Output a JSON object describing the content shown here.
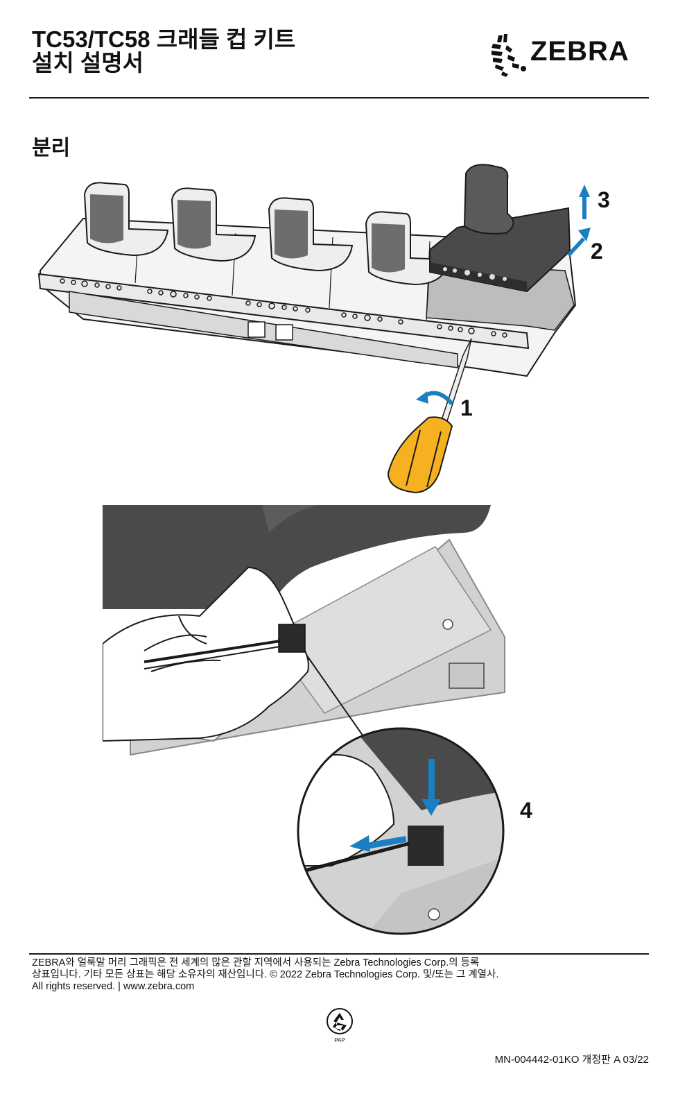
{
  "header": {
    "title_line1": "TC53/TC58 크래들 컵 키트",
    "title_line2": "설치 설명서",
    "logo_text": "ZEBRA"
  },
  "section": {
    "title": "분리"
  },
  "steps": {
    "s1": "1",
    "s2": "2",
    "s3": "3",
    "s4": "4"
  },
  "colors": {
    "accent_blue": "#1a7fc1",
    "screwdriver_yellow": "#f5b120",
    "dark_gray": "#4a4a4a"
  },
  "footer": {
    "legal_line1": "ZEBRA와 얼룩말 머리 그래픽은 전 세계의 많은 관할 지역에서 사용되는 Zebra Technologies Corp.의 등록",
    "legal_line2": "상표입니다. 기타 모든 상표는 해당 소유자의 재산입니다. © 2022 Zebra Technologies Corp. 및/또는 그 계열사.",
    "legal_line3": "All rights reserved. | www.zebra.com",
    "recycle_label": "PAP",
    "doc_number": "MN-004442-01KO 개정판 A 03/22"
  }
}
